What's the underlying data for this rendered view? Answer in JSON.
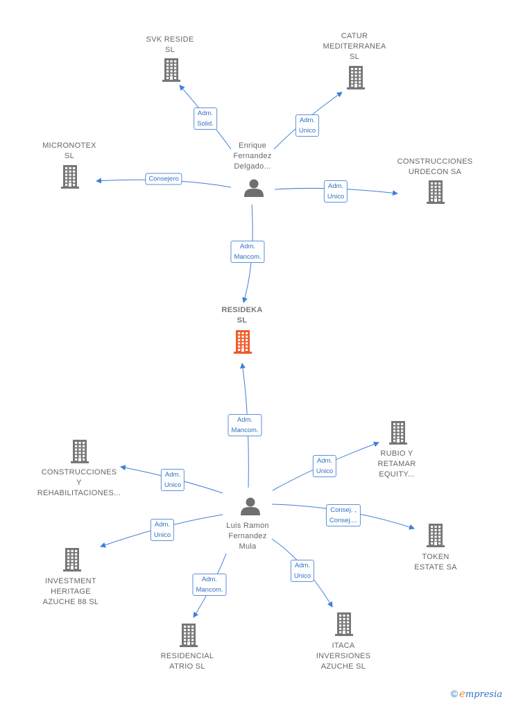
{
  "colors": {
    "company": "#777777",
    "center_company": "#f05a28",
    "person": "#6f6f6f",
    "edge": "#3e7fd8",
    "label_border": "#5b8fd6",
    "label_text": "#2f6fc4"
  },
  "nodes": {
    "svk": {
      "type": "company",
      "lines": [
        "SVK RESIDE",
        "SL"
      ]
    },
    "catur": {
      "type": "company",
      "lines": [
        "CATUR",
        "MEDITERRANEA",
        "SL"
      ]
    },
    "micronotex": {
      "type": "company",
      "lines": [
        "MICRONOTEX",
        "SL"
      ]
    },
    "urdecon": {
      "type": "company",
      "lines": [
        "CONSTRUCCIONES",
        "URDECON SA"
      ]
    },
    "enrique": {
      "type": "person",
      "lines": [
        "Enrique",
        "Fernandez",
        "Delgado..."
      ]
    },
    "resideka": {
      "type": "center",
      "lines": [
        "RESIDEKA",
        "SL"
      ]
    },
    "construcciones_y": {
      "type": "company",
      "lines": [
        "CONSTRUCCIONES",
        "Y",
        "REHABILITACIONES..."
      ]
    },
    "rubio": {
      "type": "company",
      "lines": [
        "RUBIO Y",
        "RETAMAR",
        "EQUITY..."
      ]
    },
    "luis": {
      "type": "person",
      "lines": [
        "Luis Ramon",
        "Fernandez",
        "Mula"
      ]
    },
    "token": {
      "type": "company",
      "lines": [
        "TOKEN",
        "ESTATE SA"
      ]
    },
    "investment": {
      "type": "company",
      "lines": [
        "INVESTMENT",
        "HERITAGE",
        "AZUCHE 88  SL"
      ]
    },
    "itaca": {
      "type": "company",
      "lines": [
        "ITACA",
        "INVERSIONES",
        "AZUCHE  SL"
      ]
    },
    "residencial": {
      "type": "company",
      "lines": [
        "RESIDENCIAL",
        "ATRIO  SL"
      ]
    }
  },
  "edges": [
    {
      "from": "enrique",
      "to": "svk",
      "label": [
        "Adm.",
        "Solid."
      ]
    },
    {
      "from": "enrique",
      "to": "catur",
      "label": [
        "Adm.",
        "Unico"
      ]
    },
    {
      "from": "enrique",
      "to": "micronotex",
      "label": [
        "Consejero"
      ]
    },
    {
      "from": "enrique",
      "to": "urdecon",
      "label": [
        "Adm.",
        "Unico"
      ]
    },
    {
      "from": "enrique",
      "to": "resideka",
      "label": [
        "Adm.",
        "Mancom."
      ]
    },
    {
      "from": "luis",
      "to": "resideka",
      "label": [
        "Adm.",
        "Mancom."
      ]
    },
    {
      "from": "luis",
      "to": "construcciones_y",
      "label": [
        "Adm.",
        "Unico"
      ]
    },
    {
      "from": "luis",
      "to": "rubio",
      "label": [
        "Adm.",
        "Unico"
      ]
    },
    {
      "from": "luis",
      "to": "token",
      "label": [
        "Consej. ,",
        "Consej...."
      ]
    },
    {
      "from": "luis",
      "to": "investment",
      "label": [
        "Adm.",
        "Unico"
      ]
    },
    {
      "from": "luis",
      "to": "residencial",
      "label": [
        "Adm.",
        "Mancom."
      ]
    },
    {
      "from": "luis",
      "to": "itaca",
      "label": [
        "Adm.",
        "Unico"
      ]
    }
  ],
  "footer": {
    "copyright": "©",
    "brand_initial": "e",
    "brand_rest": "mpresia"
  }
}
